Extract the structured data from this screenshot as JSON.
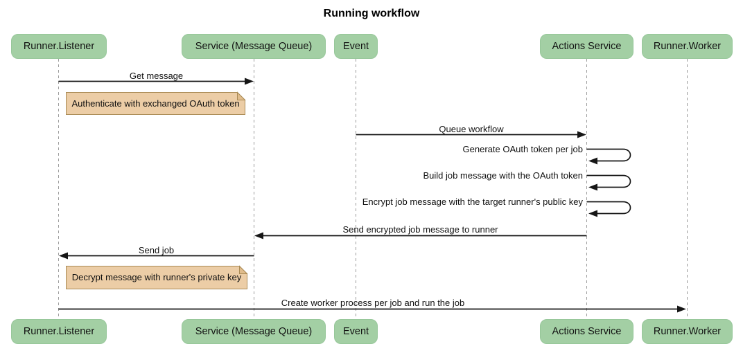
{
  "title": "Running workflow",
  "participants": [
    {
      "label": "Runner.Listener"
    },
    {
      "label": "Service (Message Queue)"
    },
    {
      "label": "Event"
    },
    {
      "label": "Actions Service"
    },
    {
      "label": "Runner.Worker"
    }
  ],
  "messages": {
    "get_message": "Get message",
    "queue_workflow": "Queue workflow",
    "generate_token": "Generate OAuth token per job",
    "build_job_message": "Build job message with the OAuth token",
    "encrypt_job_message": "Encrypt job message with the target runner's public key",
    "send_encrypted": "Send encrypted job message to runner",
    "send_job": "Send job",
    "create_worker": "Create worker process per job and run the job"
  },
  "notes": {
    "authenticate": "Authenticate with exchanged OAuth token",
    "decrypt": "Decrypt message with runner's private key"
  },
  "colors": {
    "participant_fill": "#A3CFA4",
    "note_fill": "#ECCDA6",
    "note_border": "#A98A54",
    "line": "#161616",
    "lifeline": "#9B9B9B",
    "text": "#111111",
    "background": "#FFFFFF"
  }
}
